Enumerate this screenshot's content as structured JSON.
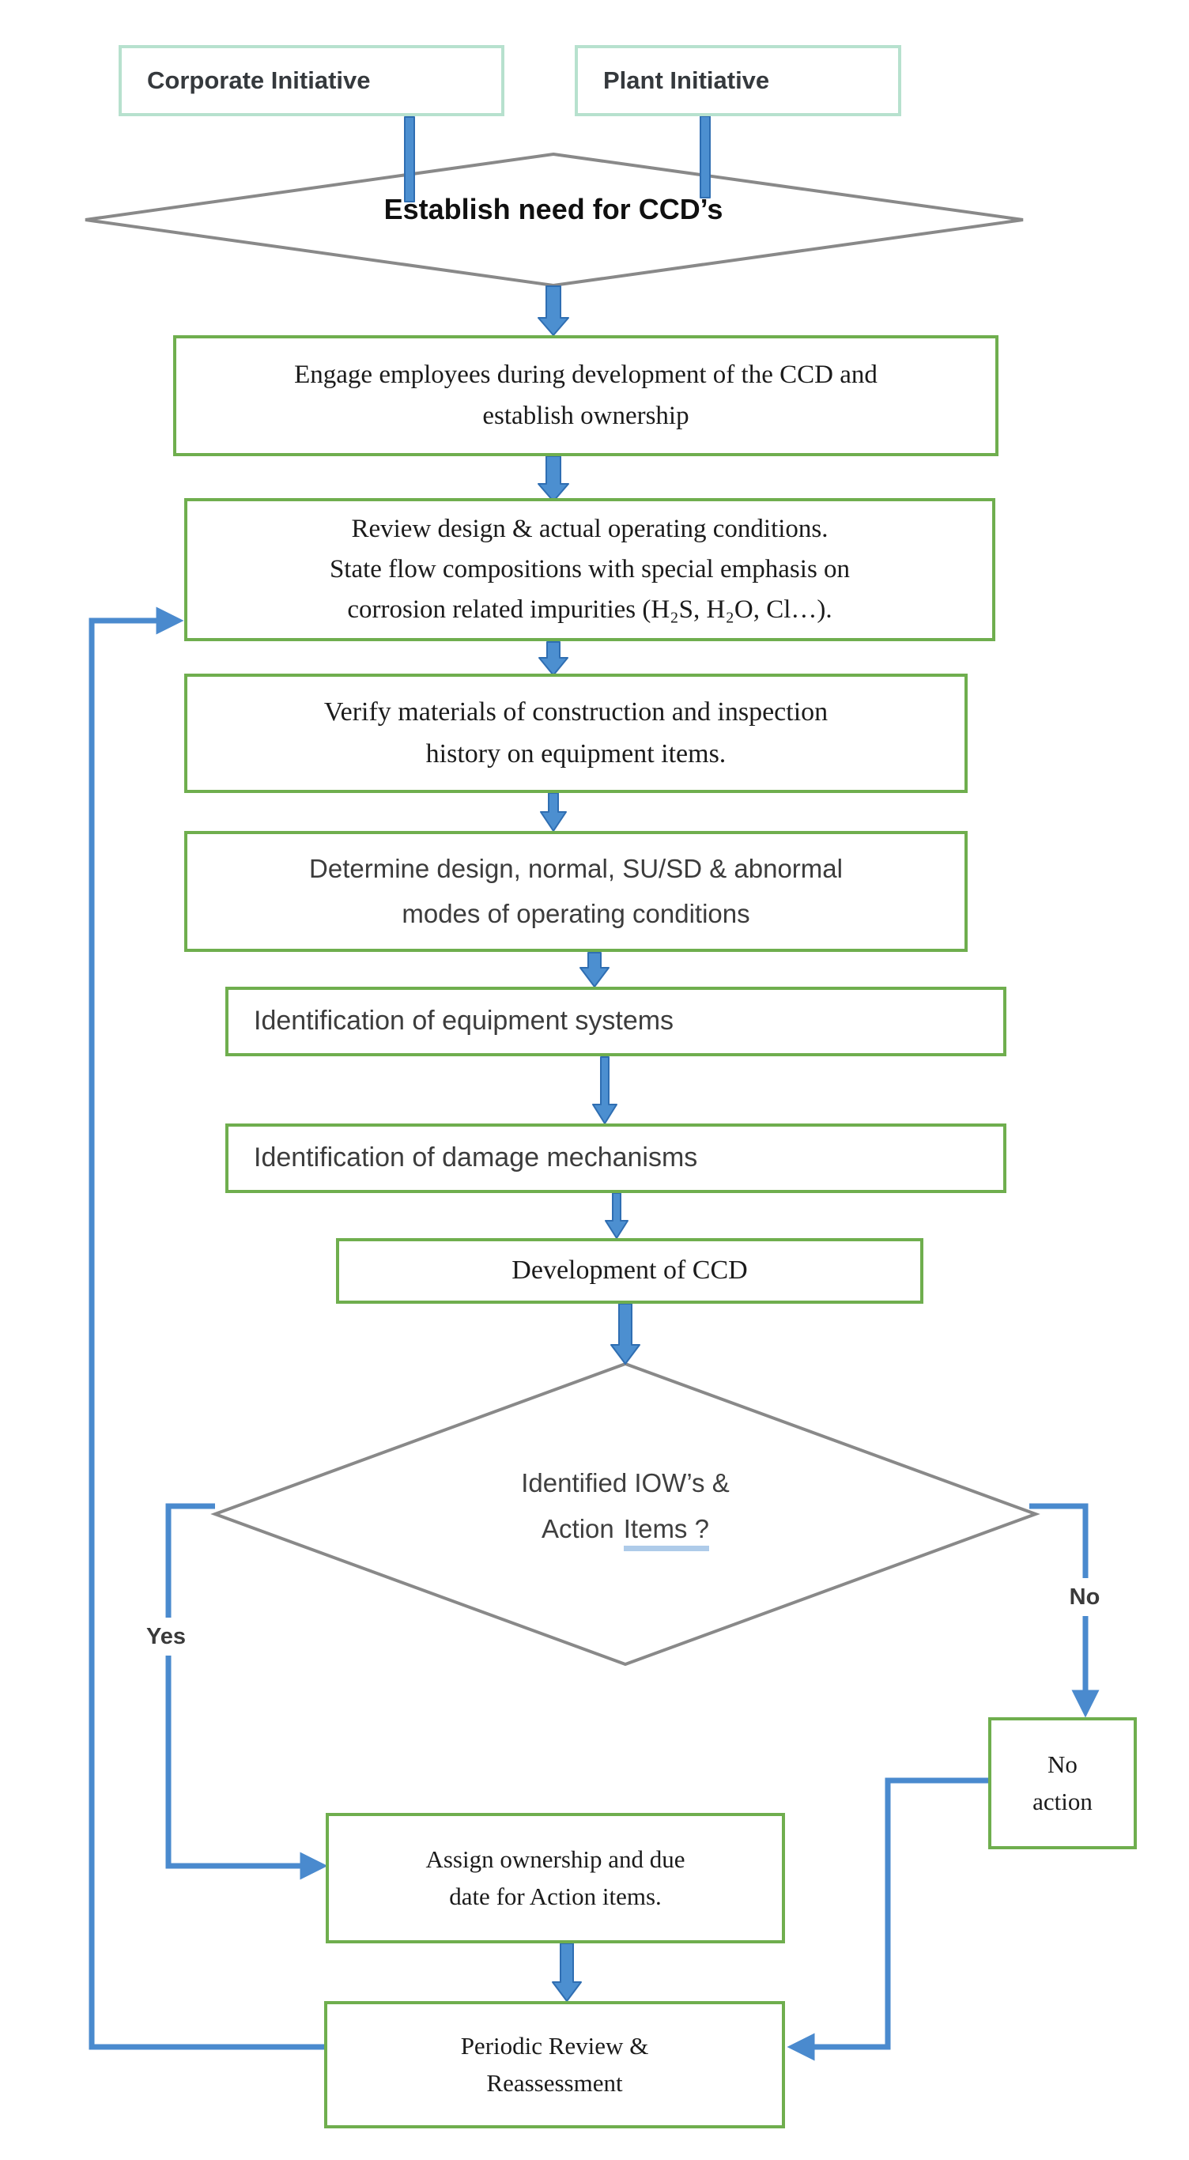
{
  "nodes": {
    "corporate": {
      "label": "Corporate Initiative"
    },
    "plant": {
      "label": "Plant Initiative"
    },
    "establish_need": {
      "label": "Establish need for CCD’s"
    },
    "engage": {
      "lines": [
        "Engage employees during development of the CCD and",
        "establish ownership"
      ]
    },
    "review": {
      "lines": [
        "Review design & actual operating conditions.",
        "State flow compositions with special emphasis on",
        "corrosion related impurities (H₂S, H₂O, Cl…)."
      ]
    },
    "verify": {
      "lines": [
        "Verify materials of construction and inspection",
        "history on equipment items."
      ]
    },
    "determine": {
      "lines": [
        "Determine design, normal, SU/SD & abnormal",
        "modes of operating conditions"
      ]
    },
    "equipment_systems": {
      "label": "Identification of equipment systems"
    },
    "damage_mechanisms": {
      "label": "Identification of damage mechanisms"
    },
    "development": {
      "label": "Development of CCD"
    },
    "identified_iow": {
      "line1": "Identified IOW’s &",
      "line2_prefix": "Action",
      "line2_underlined": "Items ?"
    },
    "no_action": {
      "lines": [
        "No",
        "action"
      ]
    },
    "assign": {
      "lines": [
        "Assign ownership and due",
        "date for Action items."
      ]
    },
    "periodic": {
      "lines": [
        "Periodic Review &",
        "Reassessment"
      ]
    }
  },
  "edge_labels": {
    "yes": "Yes",
    "no": "No"
  },
  "colors": {
    "green-border": "#6FAE4E",
    "teal-border": "#B7E1CE",
    "gray-border": "#898989",
    "line-blue": "#4A8ACE",
    "arrow-fill": "#4C8FD0",
    "arrow-stroke": "#2F6EB2",
    "text-dark": "#1B1B1B",
    "text-sans": "#3C3C3C",
    "underline-blue": "#AECBE9",
    "label-ink": "#35393D"
  }
}
